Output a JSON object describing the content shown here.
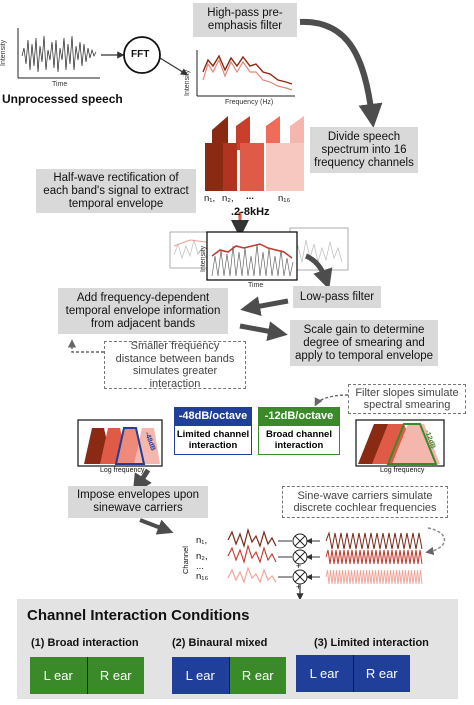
{
  "unprocessed": {
    "ylabel": "Intensity",
    "xlabel": "Time",
    "title": "Unprocessed speech"
  },
  "fft": {
    "label": "FFT"
  },
  "highpass": {
    "label": "High-pass pre-emphasis filter"
  },
  "spectrum": {
    "ylabel": "Intensity",
    "xlabel": "Frequency (Hz)"
  },
  "divide": {
    "label": "Divide speech spectrum into 16 frequency channels"
  },
  "channels": {
    "labels": [
      "n₁,",
      "n₂,",
      "...",
      "n₁₆"
    ]
  },
  "halfwave": {
    "label": "Half-wave rectification of each band's signal to extract temporal envelope"
  },
  "envelope": {
    "freq": ".2-8kHz",
    "ylabel": "Intensity",
    "xlabel": "Time"
  },
  "lowpass": {
    "label": "Low-pass filter"
  },
  "adddep": {
    "label": "Add frequency-dependent temporal envelope information from adjacent bands"
  },
  "scalegain": {
    "label": "Scale gain to determine degree of smearing and apply to temporal envelope"
  },
  "smaller": {
    "label": "Smaller frequency distance between bands simulates greater interaction"
  },
  "filterslopes": {
    "label": "Filter slopes simulate spectral smearing"
  },
  "slope_limited": {
    "header": "-48dB/octave",
    "body": "Limited channel interaction",
    "color": "#1f3f9a"
  },
  "slope_broad": {
    "header": "-12dB/octave",
    "body": "Broad channel interaction",
    "color": "#3a8a2a"
  },
  "logplot_left": {
    "xlabel": "Log frequency",
    "tag": "-48dB"
  },
  "logplot_right": {
    "xlabel": "Log frequency",
    "tag": "-12dB"
  },
  "impose": {
    "label": "Impose envelopes upon sinewave carriers"
  },
  "sinewave": {
    "label": "Sine-wave carriers simulate discrete cochlear frequencies"
  },
  "carriers": {
    "ylabel": "Channel",
    "labels": [
      "n₁,",
      "n₂,",
      "...",
      "n₁₆"
    ]
  },
  "conditions": {
    "title": "Channel Interaction Conditions",
    "items": [
      {
        "label": "(1) Broad interaction",
        "left": "L ear",
        "right": "R ear",
        "left_color": "#3a8a2a",
        "right_color": "#3a8a2a"
      },
      {
        "label": "(2) Binaural mixed",
        "left": "L ear",
        "right": "R ear",
        "left_color": "#1f3f9a",
        "right_color": "#3a8a2a"
      },
      {
        "label": "(3) Limited interaction",
        "left": "L ear",
        "right": "R ear",
        "left_color": "#1f3f9a",
        "right_color": "#1f3f9a"
      }
    ]
  },
  "colors": {
    "box_gray": "#d9d9d9",
    "arrow_gray": "#4d4d4d",
    "dark_red": "#8b2a12",
    "red": "#c0392b",
    "pink": "#f4b6ad",
    "blue": "#1f3f9a",
    "green": "#3a8a2a"
  }
}
